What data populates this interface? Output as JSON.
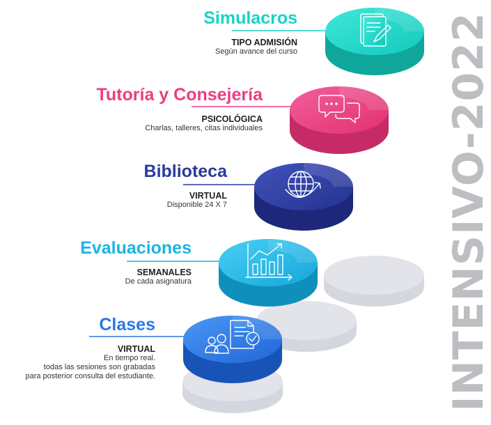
{
  "side_title": "INTENSIVO-2022",
  "steps": [
    {
      "title": "Simulacros",
      "subtitle": "TIPO ADMISIÓN",
      "description": [
        "Según avance del curso"
      ],
      "color": "#19d3c5",
      "icon": "document-edit-icon"
    },
    {
      "title": "Tutoría y Consejería",
      "subtitle": "PSICOLÓGICA",
      "description": [
        "Charlas, talleres, citas individuales"
      ],
      "color": "#ec3d83",
      "icon": "chat-bubbles-icon"
    },
    {
      "title": "Biblioteca",
      "subtitle": "VIRTUAL",
      "description": [
        "Disponible 24 X 7"
      ],
      "color": "#2a3a9e",
      "icon": "globe-icon"
    },
    {
      "title": "Evaluaciones",
      "subtitle": "SEMANALES",
      "description": [
        "De cada asignatura"
      ],
      "color": "#1bb4e3",
      "icon": "bar-chart-icon"
    },
    {
      "title": "Clases",
      "subtitle": "VIRTUAL",
      "description": [
        "En tiempo real.",
        "todas las sesiones son grabadas",
        "para posterior consulta del estudiante."
      ],
      "color": "#2b79e6",
      "icon": "users-document-icon"
    }
  ]
}
